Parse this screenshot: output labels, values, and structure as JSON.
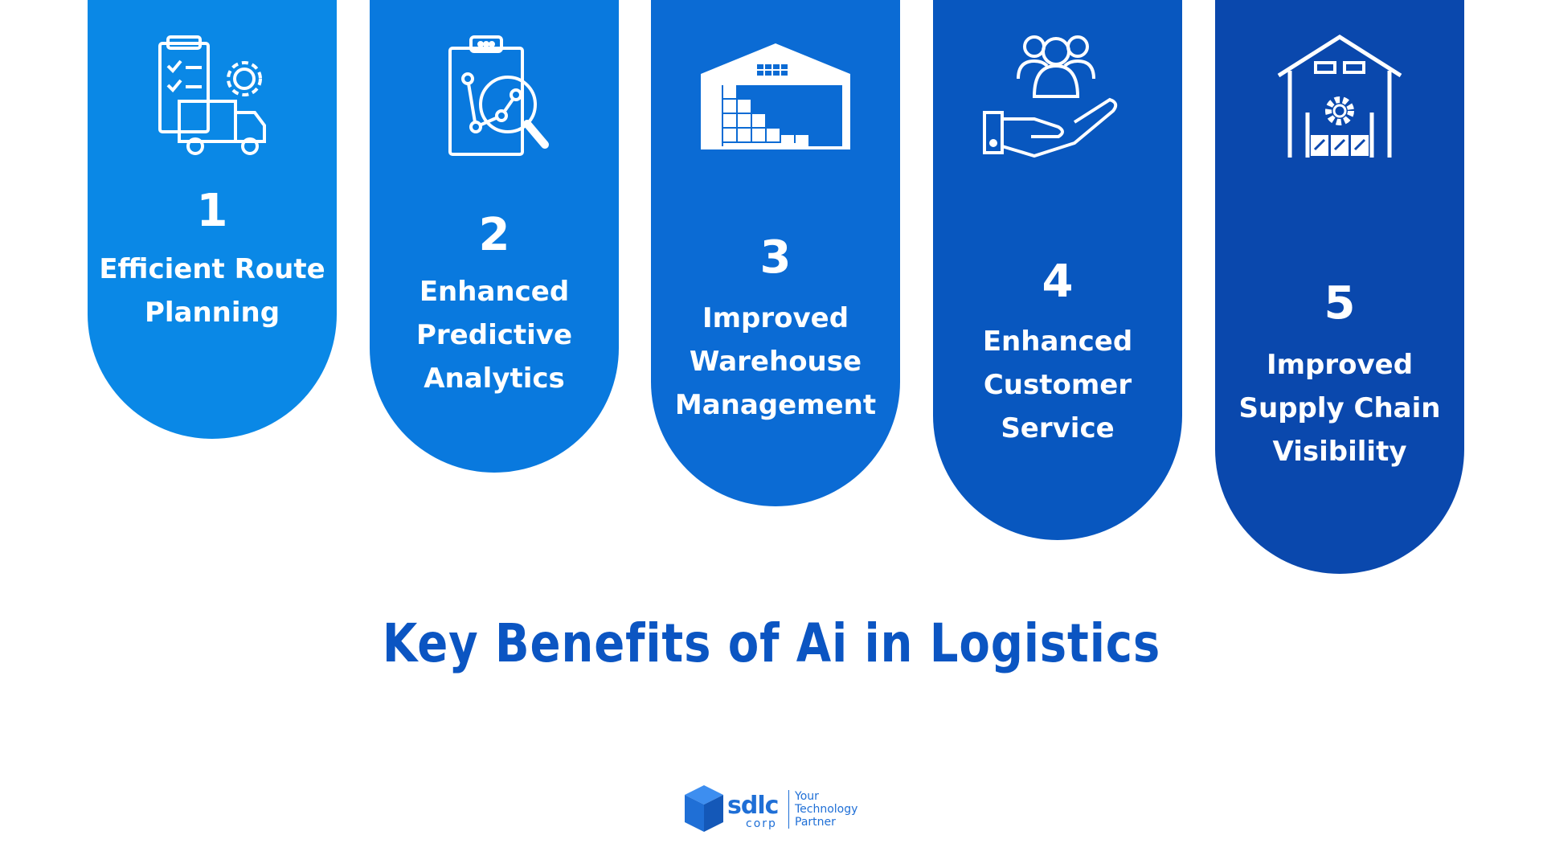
{
  "title": "Key Benefits of Ai in Logistics",
  "cards": [
    {
      "number": "1",
      "label_lines": [
        "Efficient Route",
        "Planning"
      ],
      "icon": "route-planning-icon",
      "color": "#0a88e6"
    },
    {
      "number": "2",
      "label_lines": [
        "Enhanced",
        "Predictive",
        "Analytics"
      ],
      "icon": "predictive-analytics-icon",
      "color": "#0979de"
    },
    {
      "number": "3",
      "label_lines": [
        "Improved",
        "Warehouse",
        "Management"
      ],
      "icon": "warehouse-icon",
      "color": "#0b6bd4"
    },
    {
      "number": "4",
      "label_lines": [
        "Enhanced",
        "Customer",
        "Service"
      ],
      "icon": "customer-service-icon",
      "color": "#0857bf"
    },
    {
      "number": "5",
      "label_lines": [
        "Improved",
        "Supply Chain",
        "Visibility"
      ],
      "icon": "supply-chain-icon",
      "color": "#0a48ad"
    }
  ],
  "logo": {
    "brand": "sdlc",
    "sub": "corp",
    "tagline_lines": [
      "Your",
      "Technology",
      "Partner"
    ],
    "color": "#1f6fd6"
  }
}
